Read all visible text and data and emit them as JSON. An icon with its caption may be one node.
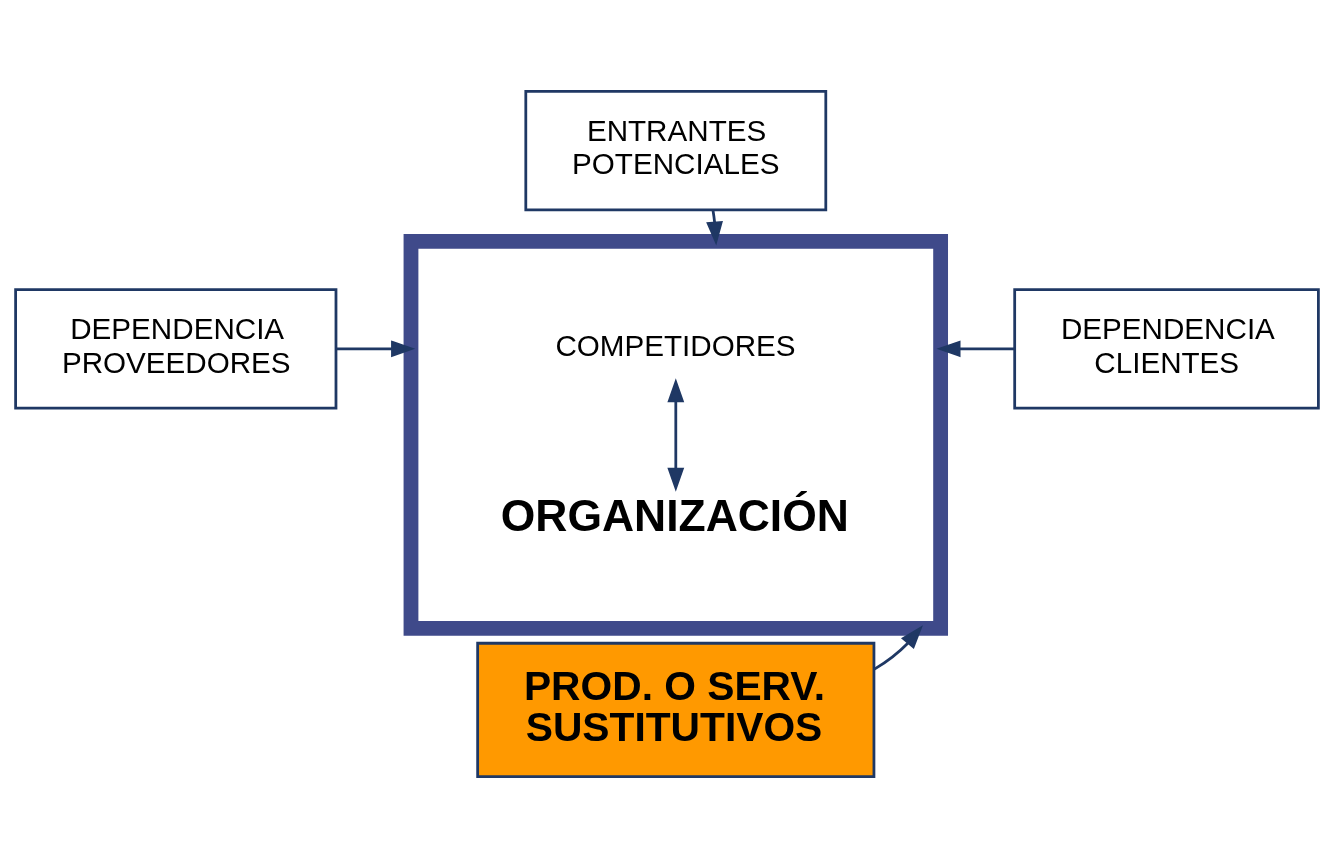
{
  "diagram": {
    "nodes": [
      {
        "text": [
          "ENTRANTES POTENCIALES"
        ]
      },
      {
        "text": [],
        "shape": "box"
      },
      {
        "text": [
          "COMPETIDORES"
        ],
        "in": 1
      },
      {
        "text": [
          "ORGANIZACIÓN"
        ],
        "in": 1
      },
      {
        "text": [
          "DEPENDENCIA PROVEEDORES"
        ]
      },
      {
        "text": [
          "DEPENDENCIA CLIENTES"
        ]
      },
      {
        "text": [
          "PROD. O SERV. SUSTITUTIVOS"
        ]
      }
    ],
    "edges": [
      {
        "from": 0,
        "to": 1,
        "arrow": "to"
      },
      {
        "from": 2,
        "to": 3,
        "arrow": "both"
      },
      {
        "from": 4,
        "to": 1,
        "arrow": "to"
      },
      {
        "from": 5,
        "to": 1,
        "arrow": "to"
      },
      {
        "from": 6,
        "to": 1,
        "arrow": "to"
      }
    ]
  }
}
